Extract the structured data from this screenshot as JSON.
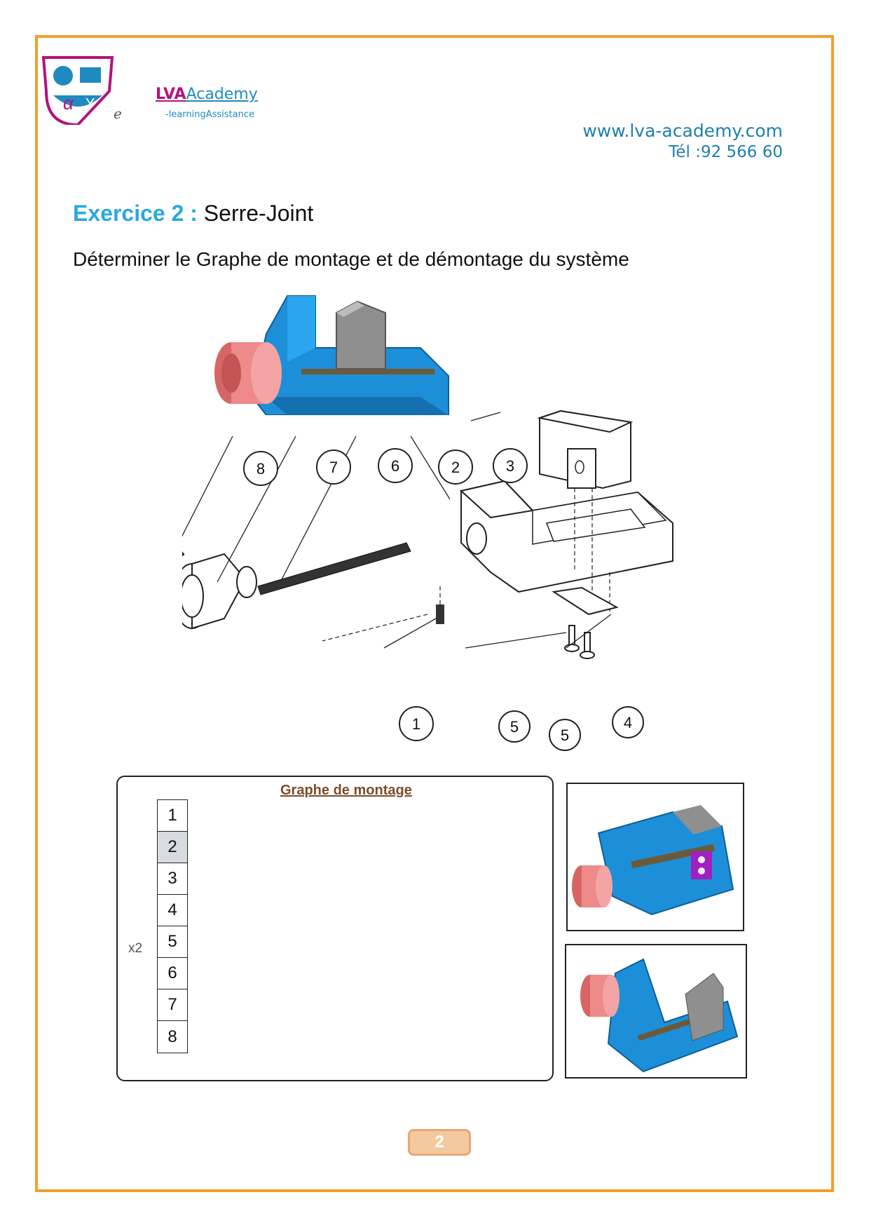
{
  "header": {
    "brand_lva": "LVA",
    "brand_academy": "Academy",
    "brand_tagline": "-learningAssistance",
    "logo_letter": "e",
    "website": "www.lva-academy.com",
    "phone": "Tél :92 566 60"
  },
  "exercise": {
    "title": "Exercice 2 :",
    "subtitle": "Serre-Joint",
    "instruction": "Déterminer  le  Graphe de montage et de démontage  du système"
  },
  "diagram": {
    "callouts": [
      "8",
      "7",
      "6",
      "2",
      "3",
      "1",
      "5",
      "5",
      "4"
    ]
  },
  "graph": {
    "title": "Graphe de montage",
    "parts": [
      "1",
      "2",
      "3",
      "4",
      "5",
      "6",
      "7",
      "8"
    ],
    "highlighted_part": "2",
    "multiplier_label": "x2"
  },
  "footer": {
    "page_number": "2"
  },
  "colors": {
    "frame": "#f0a12a",
    "accent": "#2aa8e0",
    "body_blue": "#1d8fd8",
    "knob_pink": "#ee8a8a"
  }
}
